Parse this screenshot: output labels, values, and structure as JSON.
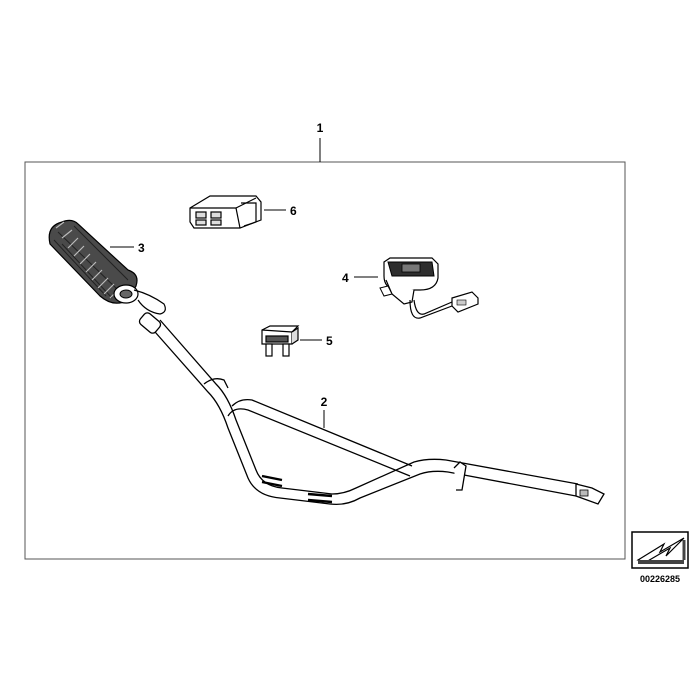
{
  "diagram": {
    "callouts": {
      "c1": "1",
      "c2": "2",
      "c3": "3",
      "c4": "4",
      "c5": "5",
      "c6": "6"
    },
    "doc_number": "00226285",
    "colors": {
      "line": "#000000",
      "frame": "#555555",
      "dark": "#333333",
      "light": "#ffffff",
      "grey": "#9a9a9a"
    }
  }
}
